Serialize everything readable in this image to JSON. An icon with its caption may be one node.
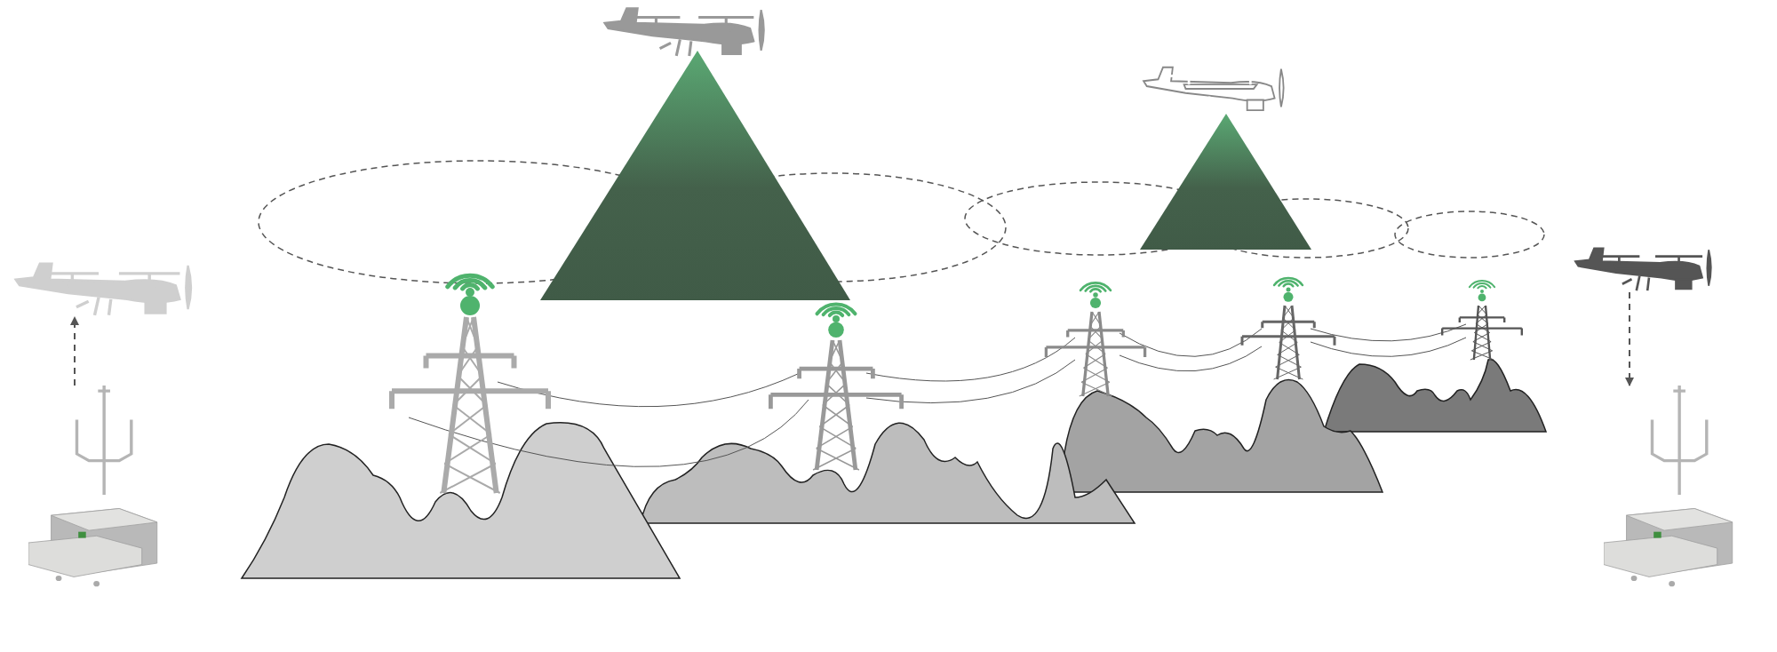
{
  "diagram": {
    "nodes": [
      {
        "text": [],
        "shape": "picture"
      },
      {
        "text": [],
        "shape": "picture"
      },
      {
        "text": [],
        "shape": "picture"
      },
      {
        "text": [],
        "shape": "picture"
      }
    ],
    "edges": [
      {
        "from": 1,
        "to": 0,
        "arrow": "to",
        "style": "dashed"
      },
      {
        "from": 2,
        "to": 3,
        "arrow": "to",
        "style": "dashed"
      }
    ]
  }
}
